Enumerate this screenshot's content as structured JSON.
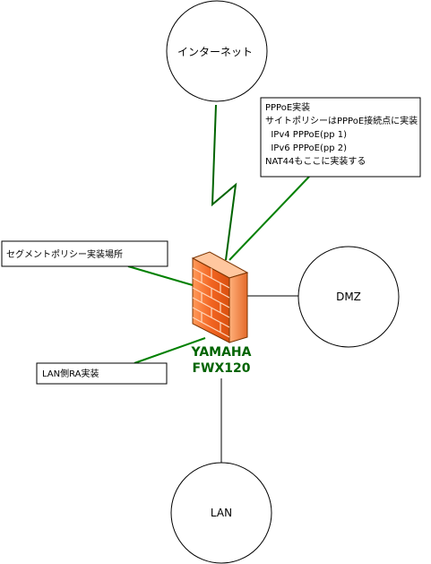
{
  "nodes": {
    "internet": "インターネット",
    "dmz": "DMZ",
    "lan": "LAN"
  },
  "device": {
    "vendor": "YAMAHA",
    "model": "FWX120",
    "label_color": "#006400",
    "icon": "firewall-icon",
    "icon_color": "#f26522"
  },
  "callouts": {
    "pppoe": {
      "lines": [
        "PPPoE実装",
        "サイトポリシーはPPPoE接続点に実装",
        "  IPv4 PPPoE(pp 1)",
        "  IPv6 PPPoE(pp 2)",
        "NAT44もここに実装する"
      ]
    },
    "segment": {
      "text": "セグメントポリシー実装場所"
    },
    "lan_ra": {
      "text": "LAN側RA実装"
    }
  },
  "colors": {
    "link_line": "#000000",
    "callout_pointer": "#008000",
    "wan_link": "#006400"
  }
}
